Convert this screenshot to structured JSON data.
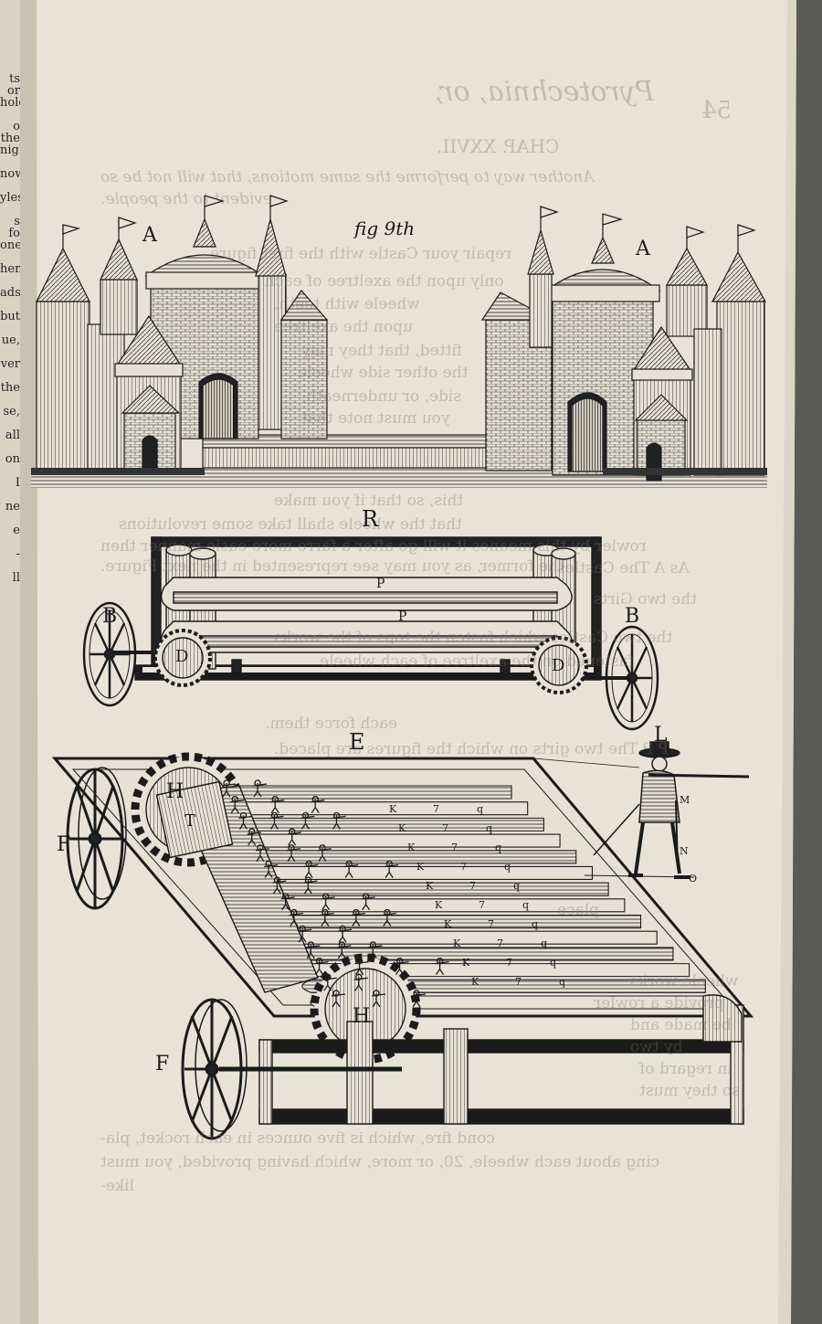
{
  "page": {
    "header_running_title": "Pyrotechnia, or,",
    "header_page_number": "54",
    "chapter_heading": "CHAP. XXVII.",
    "italic_line_1": "Another way to performe the same motions, that will not be so",
    "italic_line_2": "evident to the people.",
    "figure_caption": "fig 9th"
  },
  "ghost_text": [
    "repair your Castle with the first figure",
    "only upon the axeltree of each",
    "wheele with teeth,",
    "upon the axeltree",
    "fitted, that they may",
    "the other side wheele",
    "side, or underneath,",
    "you must note that",
    "this, so that if you make",
    "that the wheele shall take some revolutions",
    "rowler by this meanes it will go after a farre more easie manner then",
    "the former, as you may see represented in the next Figure.",
    "As A The Castles",
    "the two Girts",
    "the two Castles which fasten the tops of the works",
    "fastened on the axeltree of each wheele",
    "each force them.",
    "P P The two girts on which the figures are placed.",
    "place",
    "wheele works",
    "provide a rowler",
    "be made and",
    "by two",
    "in regard of",
    "so they must",
    "cond fire, which is five ounces in each rocket, pla-",
    "cing about each wheele, 20, or more, which having provided, you must",
    "like-"
  ],
  "left_margin_fragments": [
    "ts or",
    "hole",
    "o the",
    "night",
    "now",
    "yles,",
    "s fo",
    "one",
    "hen",
    "ads",
    "but",
    "ue,",
    "ver",
    "the",
    "se,",
    "all",
    "on",
    "I",
    "ne",
    "e",
    "-",
    "ll"
  ],
  "labels": {
    "castle_left": "A",
    "castle_right": "A",
    "frame_top": "R",
    "girt_upper": "P",
    "girt_lower": "P",
    "wheel_left": "B",
    "wheel_right": "B",
    "cog_left": "D",
    "cog_right": "D",
    "frame_large": "E",
    "cog_upper": "H",
    "cog_lower": "H",
    "rowler": "T",
    "wheel_upper": "F",
    "wheel_lower": "F",
    "musketeer": "L",
    "mark_m": "M",
    "mark_n": "N",
    "mark_o": "O",
    "girt_marks": [
      "K",
      "K",
      "K",
      "K",
      "K",
      "K",
      "K",
      "K",
      "K",
      "K"
    ],
    "girt_sevens": [
      "7",
      "7",
      "7",
      "7",
      "7",
      "7",
      "7",
      "7",
      "7",
      "7"
    ],
    "girt_qs": [
      "q",
      "q",
      "q",
      "q",
      "q",
      "q",
      "q",
      "q",
      "q",
      "q"
    ]
  },
  "colors": {
    "paper": "#e8e3d6",
    "paper_edge": "#d8d1bf",
    "ink": "#1b1b1b",
    "ghost_ink": "#8a8578",
    "background": "#4a4a48"
  }
}
